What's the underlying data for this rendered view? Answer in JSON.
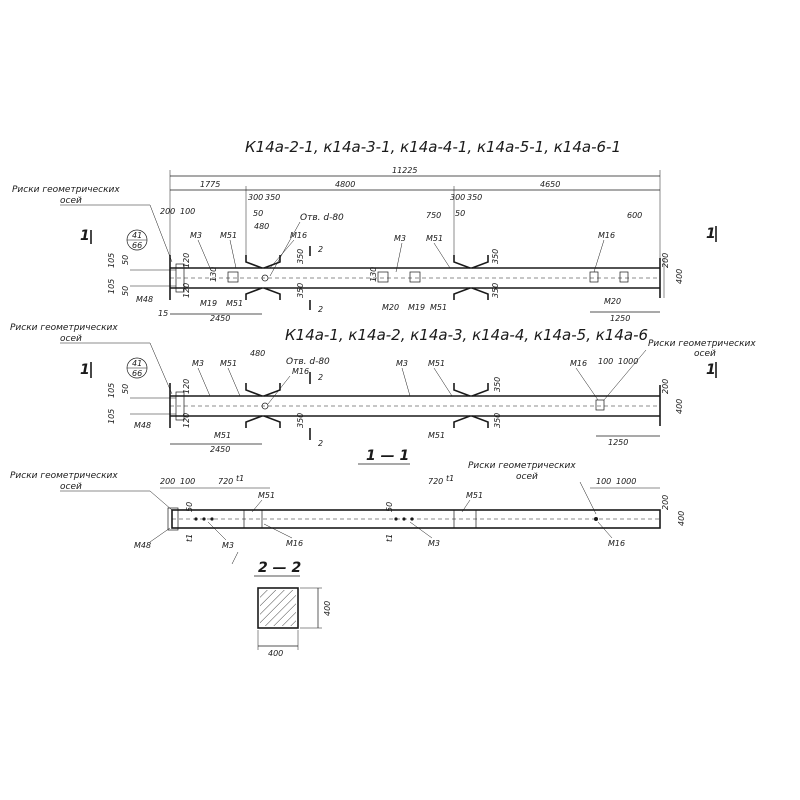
{
  "titles": {
    "top": "К14а-2-1, к14а-3-1, к14а-4-1, к14а-5-1, к14а-6-1",
    "middle": "К14а-1, к14а-2, к14а-3, к14а-4, к14а-5, к14а-6",
    "section_1_1": "1 — 1",
    "section_2_2": "2 — 2"
  },
  "notes": {
    "risk_top_left": [
      "Риски геометрических",
      "осей"
    ],
    "risk_mid_left": [
      "Риски геометрических",
      "осей"
    ],
    "risk_mid_right": [
      "Риски геометрических",
      "осей"
    ],
    "risk_sec_left": [
      "Риски геометрических",
      "осей"
    ],
    "risk_sec_right": [
      "Риски геометрических",
      "осей"
    ],
    "hole_top": "Отв. d-80",
    "hole_mid": "Отв. d-80"
  },
  "markers": {
    "section": "1",
    "cut": "2",
    "callout_num": "41",
    "callout_sheet": "66"
  },
  "dims_top": {
    "total": "11225",
    "d1775": "1775",
    "d4800": "4800",
    "d4650": "4650",
    "d200": "200",
    "d100": "100",
    "d300": "300",
    "d350": "350",
    "d50": "50",
    "d480": "480",
    "d750": "750",
    "d600": "600",
    "d105": "105",
    "d120": "120",
    "d130": "130",
    "d2450": "2450",
    "d1250": "1250",
    "d400": "400",
    "d15": "15"
  },
  "dims_mid": {
    "d480": "480",
    "d100": "100",
    "d1000": "1000",
    "d2450": "2450",
    "d1250": "1250",
    "d350": "350",
    "d200": "200",
    "d400": "400",
    "d105": "105",
    "d120": "120",
    "d50": "50"
  },
  "dims_sec": {
    "d200": "200",
    "d100": "100",
    "d720": "720",
    "t1": "t1",
    "d1000": "1000",
    "d400": "400",
    "d50": "50"
  },
  "dims_22": {
    "width": "400",
    "height": "400"
  },
  "labels": {
    "M3": "М3",
    "M51": "М51",
    "M16": "М16",
    "M19": "М19",
    "M20": "М20",
    "M48": "М48"
  }
}
